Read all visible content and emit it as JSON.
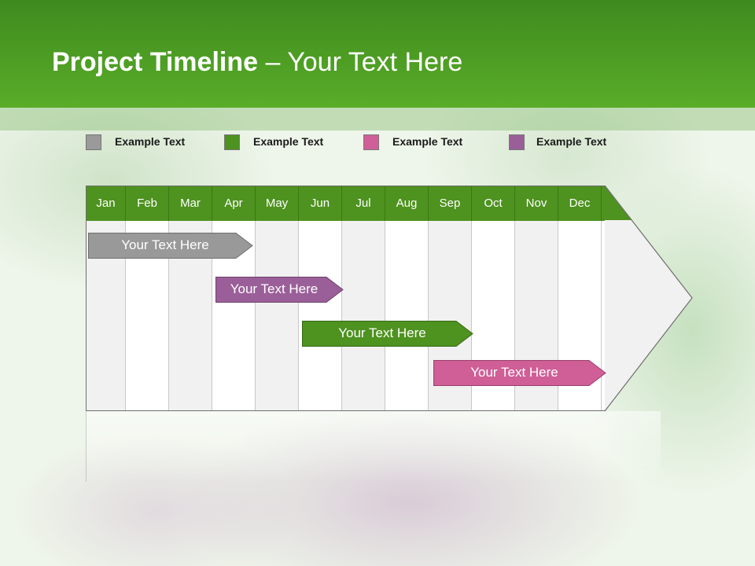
{
  "slide": {
    "title_bold": "Project Timeline",
    "title_rest": " – Your Text Here"
  },
  "legend": [
    {
      "label": "Example Text",
      "color": "#9a9a9a"
    },
    {
      "label": "Example Text",
      "color": "#4e921f"
    },
    {
      "label": "Example Text",
      "color": "#cf5f96"
    },
    {
      "label": "Example Text",
      "color": "#9a5f98"
    }
  ],
  "timeline": {
    "months": [
      "Jan",
      "Feb",
      "Mar",
      "Apr",
      "May",
      "Jun",
      "Jul",
      "Aug",
      "Sep",
      "Oct",
      "Nov",
      "Dec"
    ],
    "header_color": "#4e921f",
    "tasks": [
      {
        "label": "Your  Text Here",
        "color": "#999999",
        "start": "Jan",
        "end": "Apr"
      },
      {
        "label": "Your  Text Here",
        "color": "#9a5f98",
        "start": "Apr",
        "end": "Jun"
      },
      {
        "label": "Your  Text Here",
        "color": "#4e921f",
        "start": "Jun",
        "end": "Sep"
      },
      {
        "label": "Your  Text Here",
        "color": "#cf5f96",
        "start": "Sep",
        "end": "Dec"
      }
    ]
  }
}
